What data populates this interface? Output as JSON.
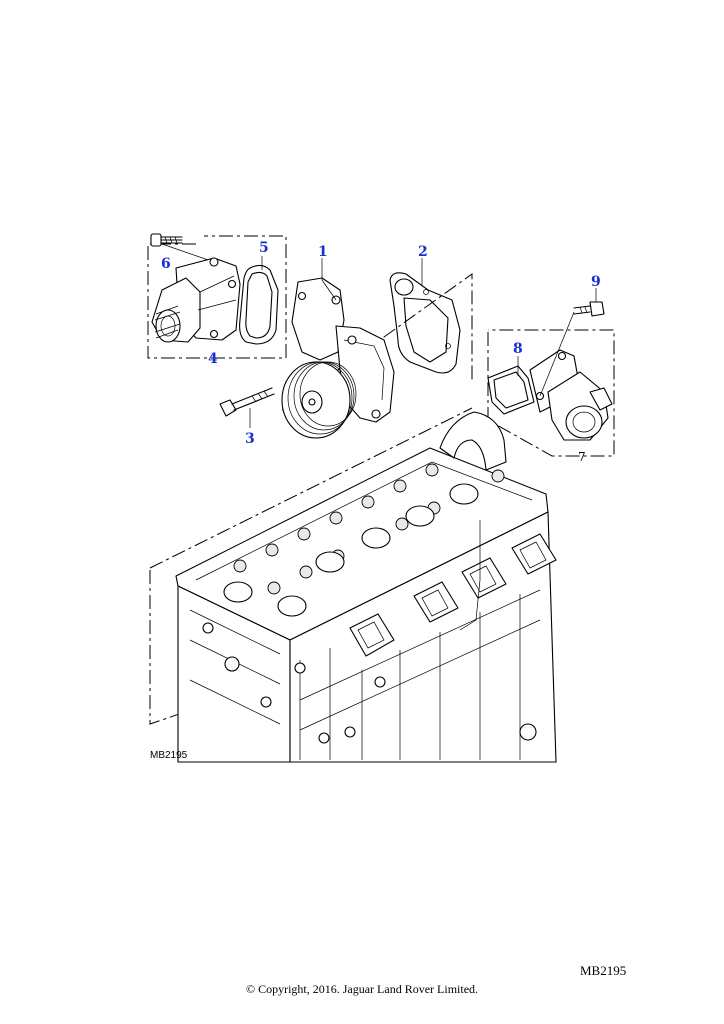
{
  "diagram": {
    "figure_id": "MB2195",
    "callouts": {
      "c1": "1",
      "c2": "2",
      "c3": "3",
      "c4": "4",
      "c5": "5",
      "c6": "6",
      "c7": "7",
      "c8": "8",
      "c9": "9"
    },
    "callout_color": "#1a2fd0"
  },
  "footer": {
    "figure_id": "MB2195",
    "copyright": "© Copyright, 2016. Jaguar Land Rover Limited."
  }
}
